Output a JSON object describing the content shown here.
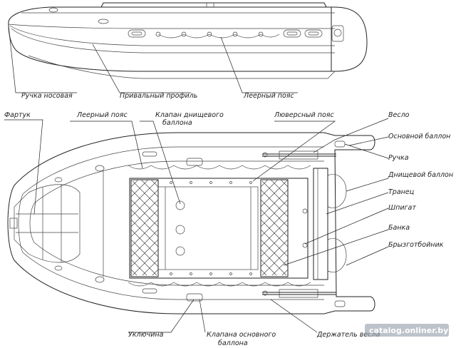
{
  "labels": {
    "bow_handle": "Ручка носовая",
    "rub_strake": "Привальный профиль",
    "safety_line_side": "Леерный пояс",
    "spray_cover": "Фартук",
    "safety_line_top": "Леерный пояс",
    "bottom_valve": "Клапан днищевого баллона",
    "bottom_valve_line1": "Клапан днищевого",
    "bottom_valve_line2": "баллона",
    "lifting_belt": "Люверсный пояс",
    "oar": "Весло",
    "main_tube": "Основной баллон",
    "handle": "Ручка",
    "bottom_tube": "Днищевой баллон",
    "transom": "Транец",
    "scupper": "Шпигат",
    "bench": "Банка",
    "splash_guard": "Брызготбойник",
    "oarlock": "Уключина",
    "main_valve_line1": "Клапана основного",
    "main_valve_line2": "баллона",
    "oar_holder": "Держатель весла"
  },
  "watermark": "catalog.onliner.by"
}
